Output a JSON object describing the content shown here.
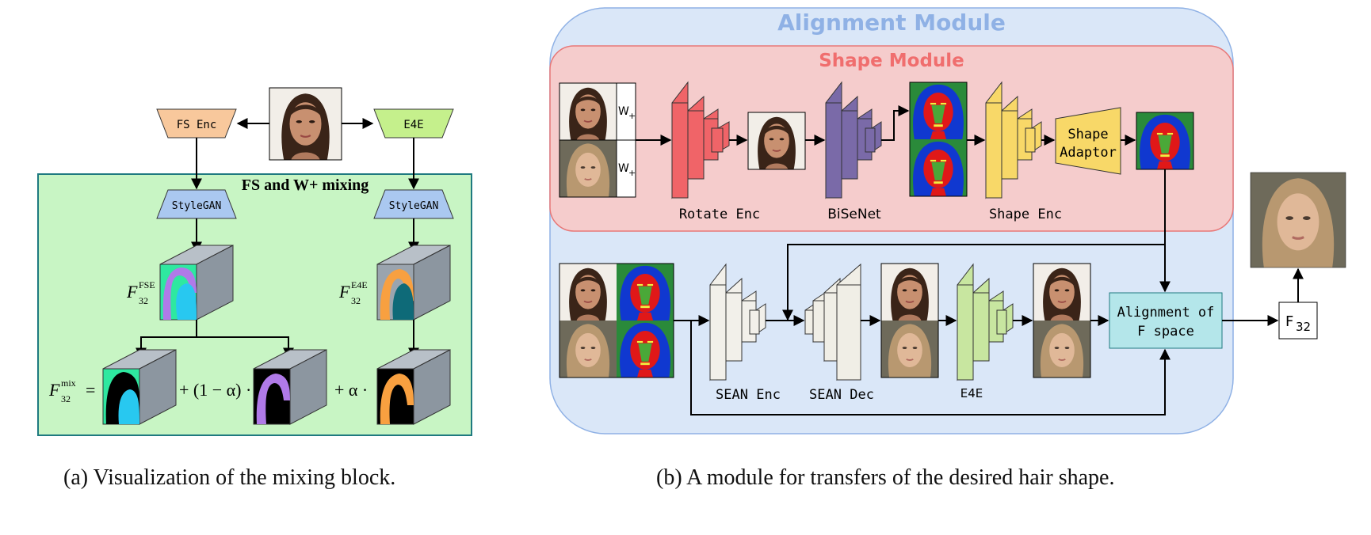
{
  "panel_a": {
    "fs_enc": "FS Enc",
    "e4e": "E4E",
    "mixing_title": "FS and W+ mixing",
    "stylegan_left": "StyleGAN",
    "stylegan_right": "StyleGAN",
    "f_fse": {
      "base": "F",
      "sup": "FSE",
      "sub": "32"
    },
    "f_e4e": {
      "base": "F",
      "sup": "E4E",
      "sub": "32"
    },
    "f_mix": {
      "base": "F",
      "sup": "mix",
      "sub": "32"
    },
    "eq_equals": "=",
    "eq_one_minus_alpha": "+ (1 − α) ·",
    "eq_plus_alpha": "+ α ·",
    "caption": "(a) Visualization of the mixing block."
  },
  "panel_b": {
    "alignment_module_title": "Alignment Module",
    "shape_module_title": "Shape Module",
    "w_plus_top": {
      "base": "W",
      "sub": "+"
    },
    "w_plus_bottom": {
      "base": "W",
      "sub": "+"
    },
    "rotate_enc": "Rotate Enc",
    "bisenet": "BiSeNet",
    "shape_enc": "Shape Enc",
    "shape_adaptor_line1": "Shape",
    "shape_adaptor_line2": "Adaptor",
    "sean_enc": "SEAN Enc",
    "sean_dec": "SEAN Dec",
    "e4e": "E4E",
    "alignment_line1": "Alignment of",
    "alignment_line2": "F space",
    "f32": {
      "base": "F",
      "sub": "32"
    },
    "caption": "(b) A module for transfers of the desired hair shape."
  },
  "colors": {
    "alignment_bg": "#dae7f8",
    "alignment_title": "#8fb1e5",
    "shape_bg": "#f5cccc",
    "shape_title": "#f06e6e",
    "mixing_bg": "#c8f5c4",
    "mixing_border": "#1f7a80",
    "fs_enc": "#f8c89c",
    "e4e_trap": "#c5f08c",
    "stylegan": "#aac8f0",
    "rotate_enc": "#f06468",
    "bisenet": "#7a6aa8",
    "shape_enc": "#f8d868",
    "shape_adaptor": "#f8d868",
    "sean_enc": "#f2f0ea",
    "sean_dec": "#f0eee6",
    "e4e_block": "#c8e6a0",
    "alignment_box": "#b4e6ea",
    "cube": "#a0aab4",
    "seg_blue": "#1038d0",
    "seg_red": "#e01818",
    "seg_green": "#2a8a3a",
    "face_dark": "#5a3a2e",
    "face_light": "#caa080"
  }
}
